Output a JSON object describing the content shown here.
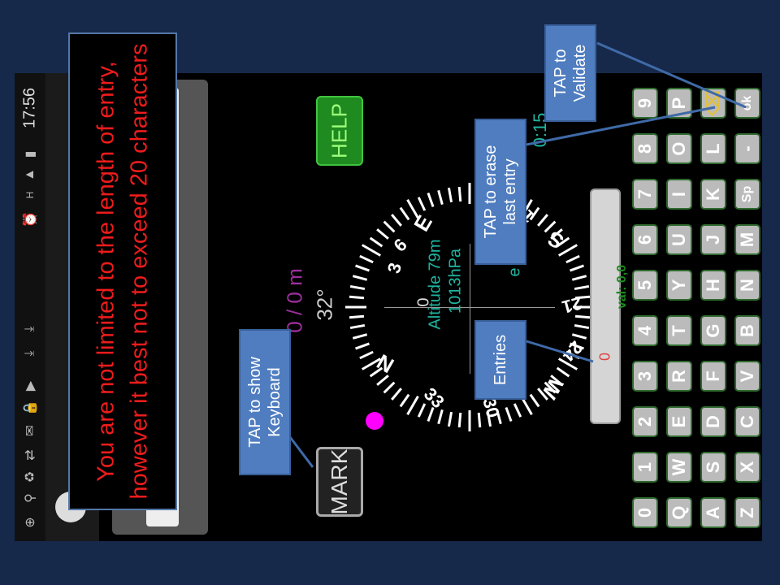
{
  "status_bar": {
    "time": "17:56",
    "network": "H"
  },
  "compass": {
    "heading_value": "32°",
    "distance": "0 / 0 m",
    "altitude": "Altitude 79m",
    "pressure": "1013hPa",
    "pressure_partial": "e 1004",
    "top_right_partial": "0:15",
    "cardinals": {
      "north": "N",
      "east": "E",
      "south": "S",
      "west": "W"
    },
    "numbers": [
      "3",
      "6",
      "12",
      "15",
      "21",
      "24",
      "30",
      "33"
    ],
    "center_zero": "0",
    "accent_color": "#ff00ff",
    "text_color": "#1fb5a0"
  },
  "buttons": {
    "help": "HELP",
    "mark": "MARK"
  },
  "entry_field": {
    "value": "0",
    "val_label": "val: 0,0"
  },
  "keyboard": {
    "rows": [
      [
        "0",
        "1",
        "2",
        "3",
        "4",
        "5",
        "6",
        "7",
        "8",
        "9"
      ],
      [
        "Q",
        "W",
        "E",
        "R",
        "T",
        "Y",
        "U",
        "I",
        "O",
        "P"
      ],
      [
        "A",
        "S",
        "D",
        "F",
        "G",
        "H",
        "J",
        "K",
        "L",
        "⌫"
      ],
      [
        "Z",
        "X",
        "C",
        "V",
        "B",
        "N",
        "M",
        "Sp",
        "-",
        "ok"
      ]
    ]
  },
  "annotations": {
    "notice": "You are not limited to the length of entry, however it best not to exceed 20 characters",
    "show_keyboard": "TAP to show\nKeyboard",
    "entries": "Entries",
    "erase": "TAP to erase\nlast entry",
    "validate": "TAP to\nValidate"
  },
  "colors": {
    "background": "#16294a",
    "callout": "#4f7dc0",
    "notice_text": "#ee1c1c",
    "help_green": "#1f8a1f"
  }
}
